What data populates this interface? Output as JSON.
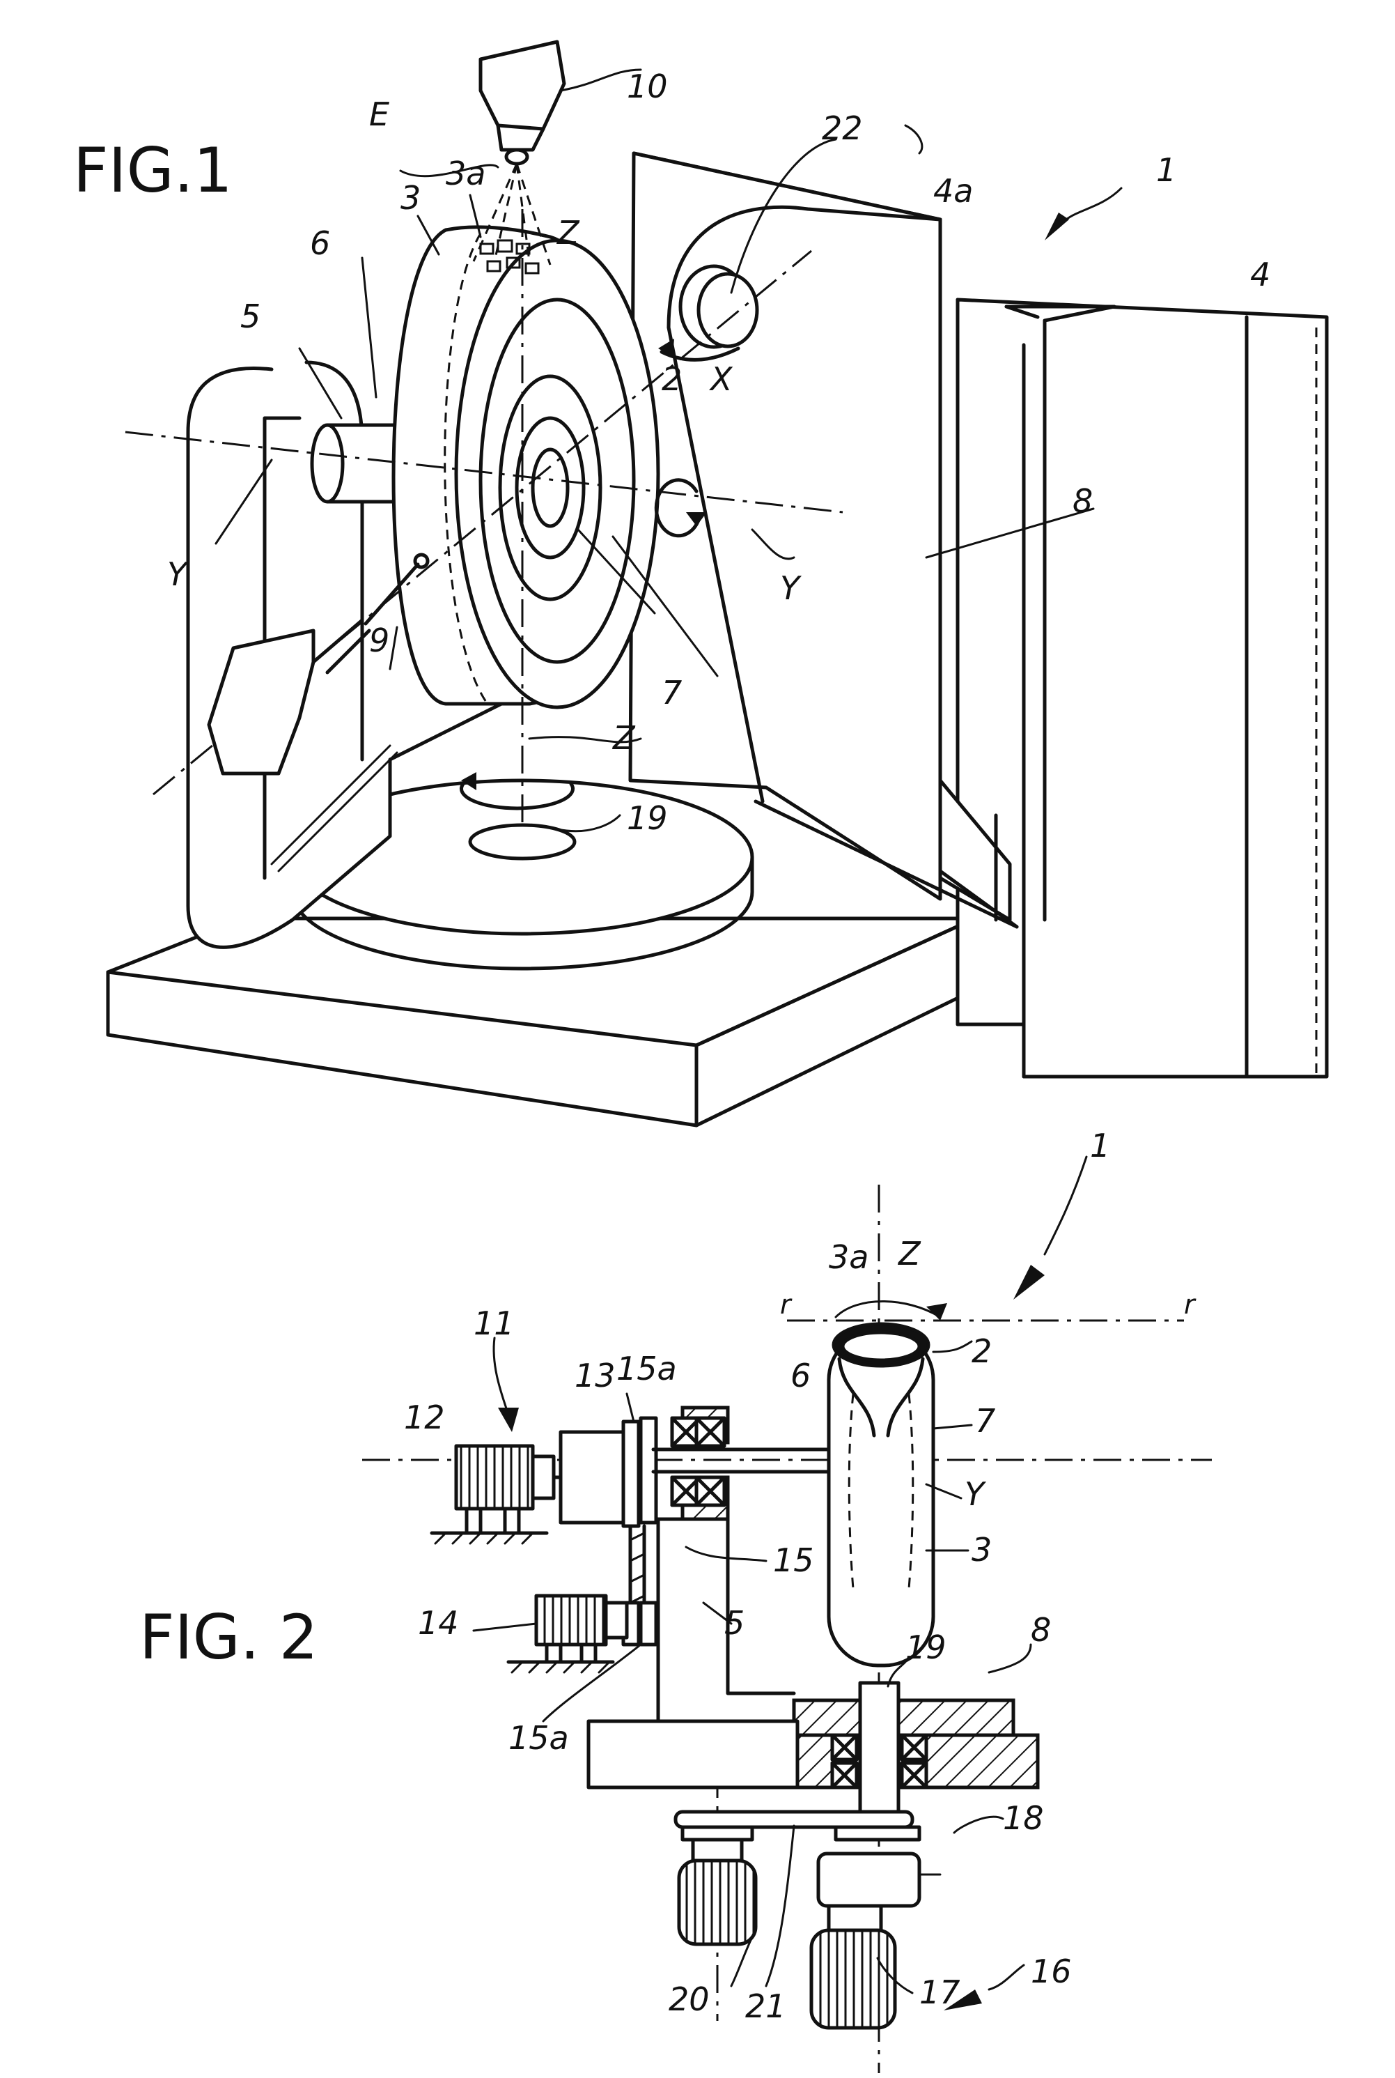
{
  "figures": [
    {
      "label": "FIG.1"
    },
    {
      "label": "FIG. 2"
    }
  ],
  "fig1_refs": {
    "r1": "1",
    "r2": "2",
    "r3": "3",
    "r3a": "3a",
    "r4": "4",
    "r4a": "4a",
    "r5": "5",
    "r6": "6",
    "r7": "7",
    "r8": "8",
    "r9": "9",
    "r10": "10",
    "r19": "19",
    "r22": "22",
    "E": "E",
    "X": "X",
    "Y1": "Y",
    "Y2": "Y",
    "Z1": "Z",
    "Z2": "Z"
  },
  "fig2_refs": {
    "r1": "1",
    "r2": "2",
    "r3": "3",
    "r3a": "3a",
    "r5": "5",
    "r6": "6",
    "r7": "7",
    "r8": "8",
    "r11": "11",
    "r12": "12",
    "r13": "13",
    "r14": "14",
    "r15": "15",
    "r15a_top": "15a",
    "r15a_bot": "15a",
    "r16": "16",
    "r17": "17",
    "r18": "18",
    "r19": "19",
    "r20": "20",
    "r21": "21",
    "Y": "Y",
    "Z": "Z",
    "r_left": "r",
    "r_right": "r"
  }
}
